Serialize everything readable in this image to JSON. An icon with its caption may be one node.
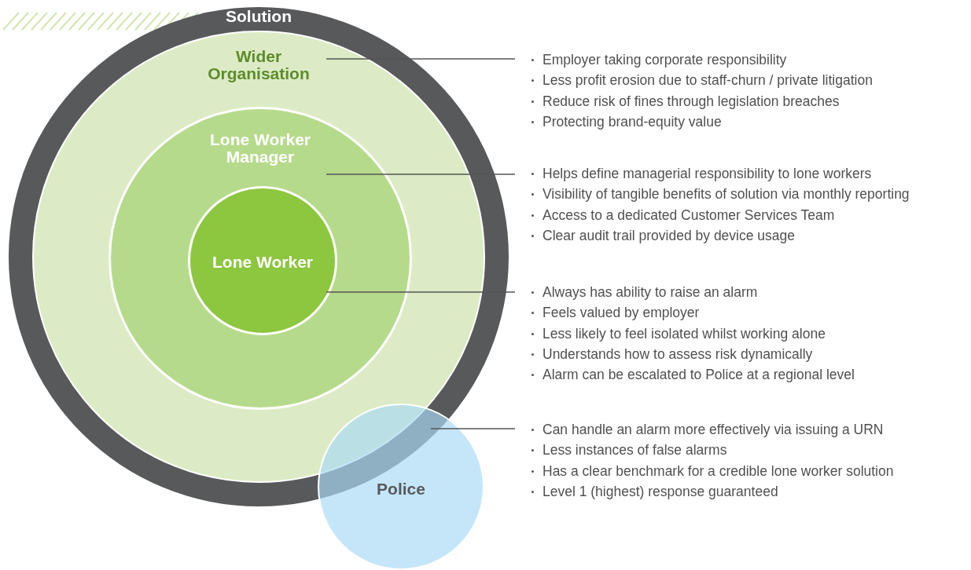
{
  "diagram": {
    "nodes": [
      {
        "text": [
          "Solution"
        ]
      },
      {
        "text": [
          "Wider Organisation"
        ],
        "in": 0
      },
      {
        "text": [
          "Lone Worker Manager"
        ],
        "in": 1
      },
      {
        "text": [
          "Lone Worker"
        ],
        "in": 2
      },
      {
        "text": [
          "Police"
        ]
      },
      {
        "text": [
          "Employer taking corporate responsibility",
          "Less profit erosion due to staff-churn / private litigation",
          "Reduce risk of fines through legislation breaches",
          "Protecting brand-equity value"
        ]
      },
      {
        "text": [
          "Helps define managerial responsibility to lone workers",
          "Visibility of tangible benefits of solution via monthly reporting",
          "Access to a dedicated Customer Services Team",
          "Clear audit trail provided by device usage"
        ]
      },
      {
        "text": [
          "Always has ability to raise an alarm",
          "Feels valued by employer",
          "Less likely to feel isolated whilst working alone",
          "Understands how to assess risk dynamically",
          "Alarm can be escalated to Police at a regional level"
        ]
      },
      {
        "text": [
          "Can handle an alarm more effectively via issuing a URN",
          "Less instances of false alarms",
          "Has a clear benchmark for a credible lone worker solution",
          "Level 1 (highest) response guaranteed"
        ]
      }
    ],
    "edges": [
      {
        "from": 5,
        "to": 1,
        "arrow": "none"
      },
      {
        "from": 6,
        "to": 2,
        "arrow": "none"
      },
      {
        "from": 7,
        "to": 3,
        "arrow": "none"
      },
      {
        "from": 8,
        "to": 4,
        "arrow": "none"
      }
    ]
  }
}
